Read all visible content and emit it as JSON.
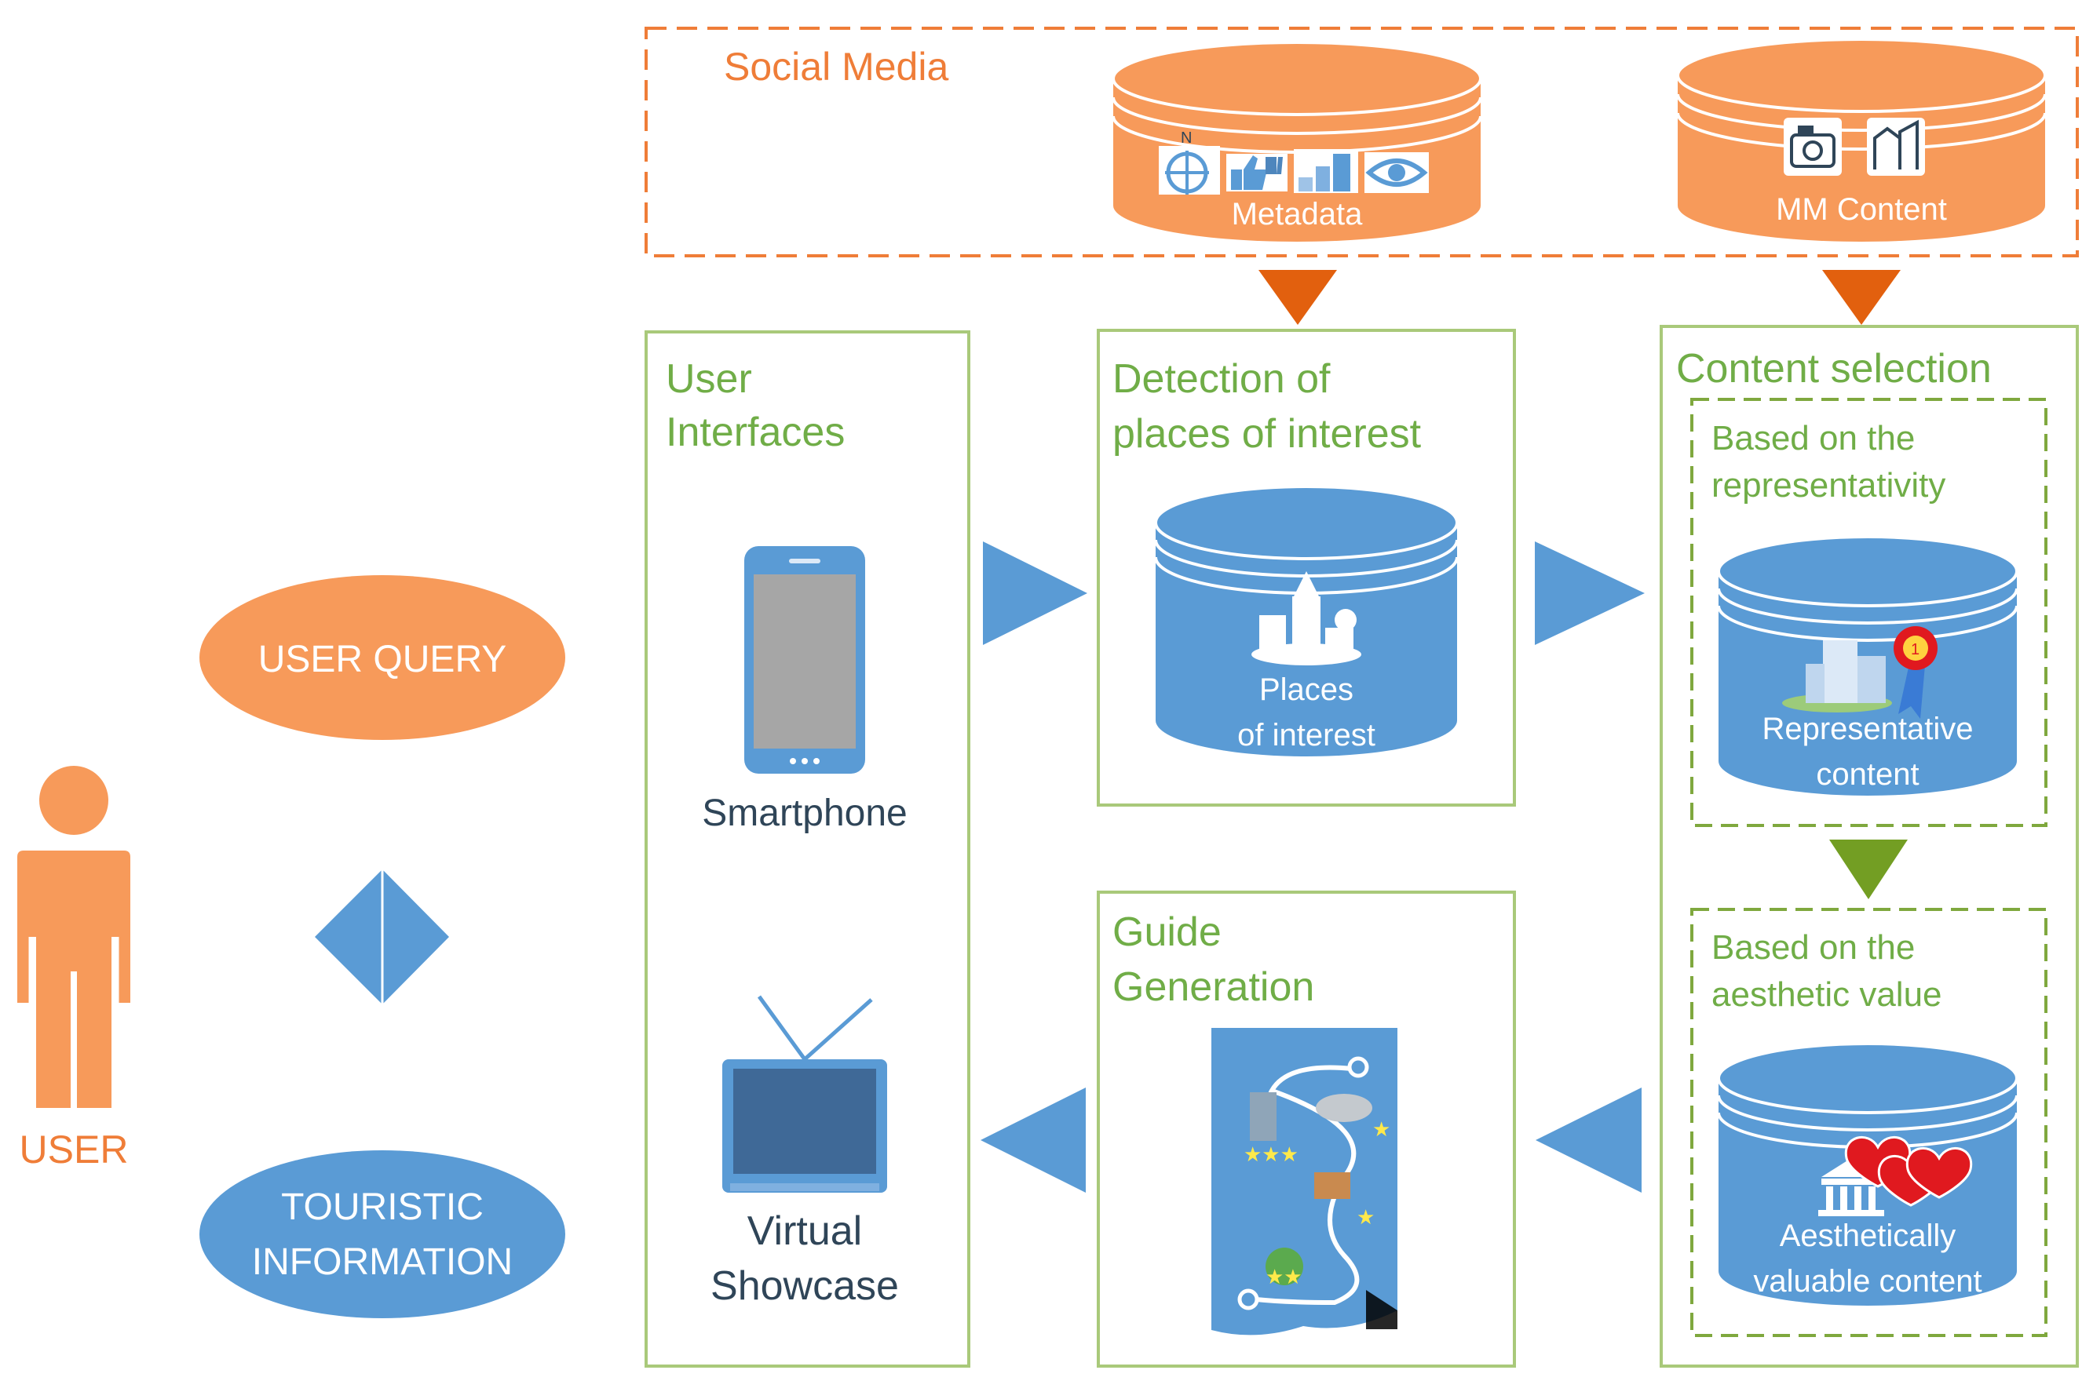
{
  "social_media": {
    "title": "Social Media"
  },
  "metadata_db": {
    "label": "Metadata"
  },
  "mm_content_db": {
    "label": "MM Content"
  },
  "user_interfaces": {
    "title_line1": "User",
    "title_line2": "Interfaces",
    "smartphone_label": "Smartphone",
    "virtual_showcase_line1": "Virtual",
    "virtual_showcase_line2": "Showcase"
  },
  "detection": {
    "title_line1": "Detection of",
    "title_line2": "places of interest",
    "db_label_line1": "Places",
    "db_label_line2": "of interest"
  },
  "content_selection": {
    "title": "Content selection",
    "representativity": {
      "title_line1": "Based on the",
      "title_line2": "representativity",
      "db_label_line1": "Representative",
      "db_label_line2": "content"
    },
    "aesthetic": {
      "title_line1": "Based on the",
      "title_line2": "aesthetic value",
      "db_label_line1": "Aesthetically",
      "db_label_line2": "valuable content"
    }
  },
  "guide_generation": {
    "title_line1": "Guide",
    "title_line2": "Generation"
  },
  "user": {
    "query": "USER QUERY",
    "touristic_line1": "TOURISTIC",
    "touristic_line2": "INFORMATION",
    "label": "USER"
  },
  "colors": {
    "orange": "#F79A5A",
    "orange_text": "#EF7D38",
    "orange_arrow": "#E2600E",
    "blue": "#5A9BD5",
    "green": "#7FA83E",
    "green_text": "#70AD47",
    "green_arrow": "#739E23",
    "text_dark": "#2F4558"
  }
}
